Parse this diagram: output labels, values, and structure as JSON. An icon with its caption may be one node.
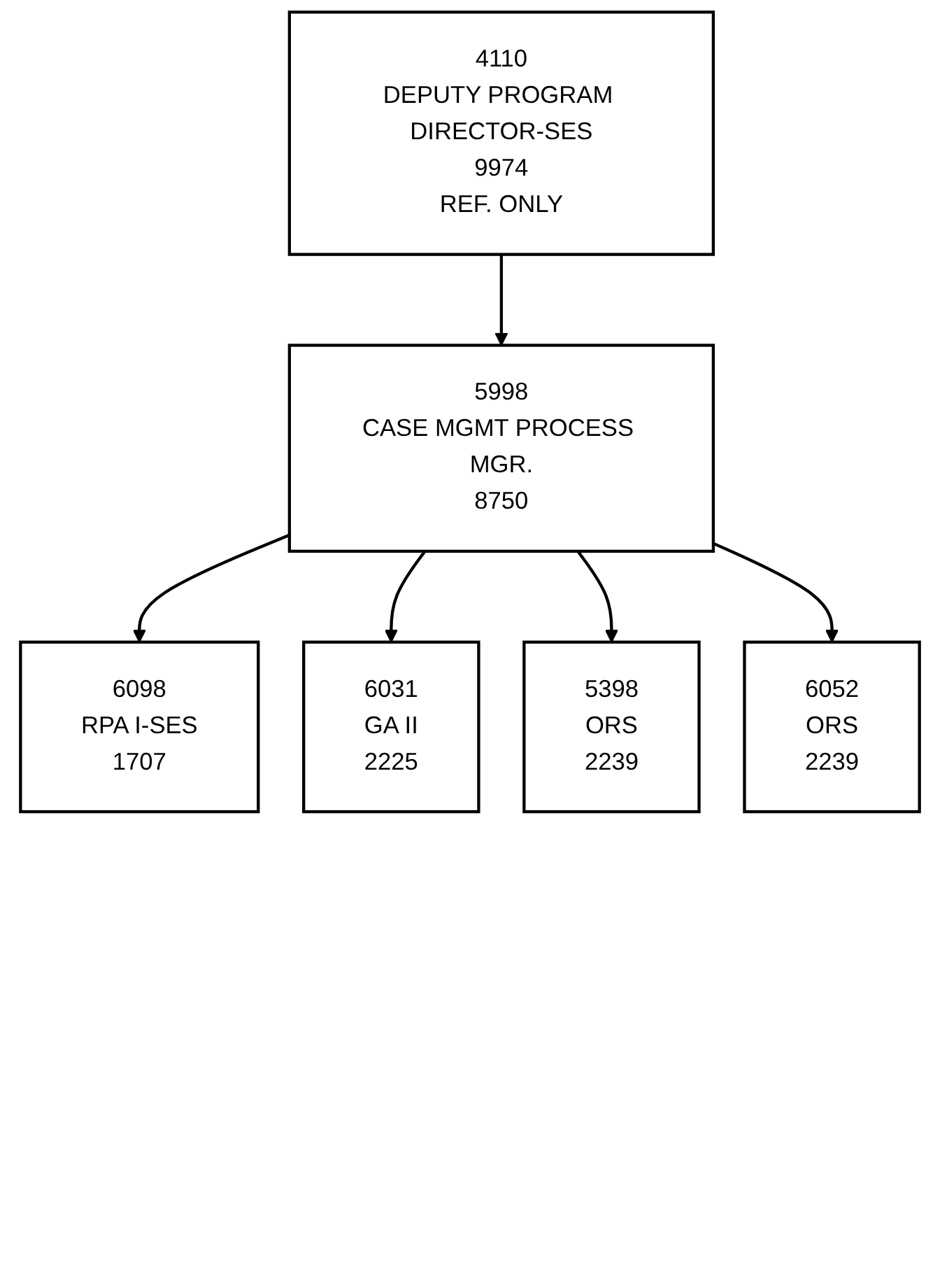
{
  "diagram": {
    "nodes": [
      {
        "text": [
          "4110",
          "DEPUTY PROGRAM DIRECTOR-SES",
          "9974",
          "REF. ONLY"
        ]
      },
      {
        "text": [
          "5998",
          "CASE MGMT PROCESS MGR.",
          "8750"
        ]
      },
      {
        "text": [
          "6098",
          "RPA I-SES",
          "1707"
        ]
      },
      {
        "text": [
          "6031",
          "GA II",
          "2225"
        ]
      },
      {
        "text": [
          "5398",
          "ORS",
          "2239"
        ]
      },
      {
        "text": [
          "6052",
          "ORS",
          "2239"
        ]
      }
    ],
    "edges": [
      {
        "from": 0,
        "to": 1,
        "arrow": "to"
      },
      {
        "from": 1,
        "to": 2,
        "arrow": "to"
      },
      {
        "from": 1,
        "to": 3,
        "arrow": "to"
      },
      {
        "from": 1,
        "to": 4,
        "arrow": "to"
      },
      {
        "from": 1,
        "to": 5,
        "arrow": "to"
      }
    ]
  }
}
